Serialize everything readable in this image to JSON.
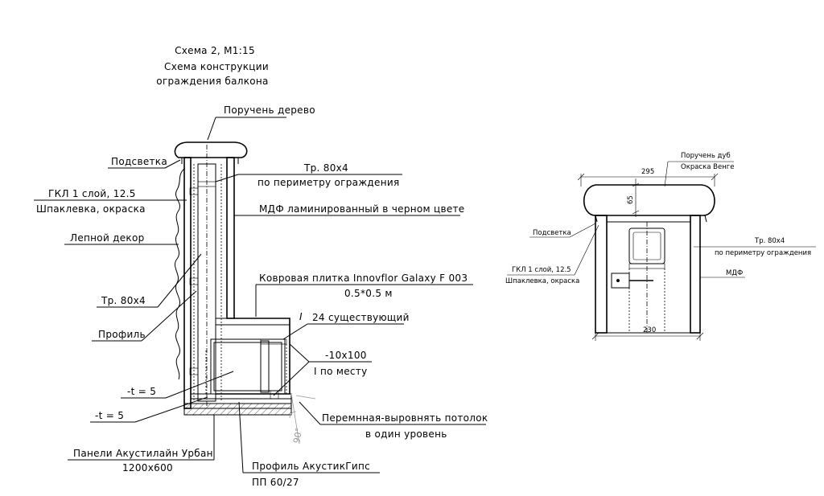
{
  "title": {
    "line1": "Схема 2, М1:15",
    "line2": "Схема конструкции",
    "line3": "ограждения балкона"
  },
  "left": {
    "handrail": "Поручень дерево",
    "lighting": "Подсветка",
    "gkl_1": "ГКЛ 1 слой, 12.5",
    "gkl_2": "Шпаклевка, окраска",
    "molding": "Лепной декор",
    "pipe": "Тр. 80х4",
    "profile": "Профиль",
    "t5_a": "-t = 5",
    "t5_b": "-t = 5",
    "panels_1": "Панели Акустилайн Урбан",
    "panels_2": "1200х600",
    "acoustic_1": "Профиль АкустикГипс",
    "acoustic_2": "ПП 60/27"
  },
  "right_labels": {
    "pipe_1": "Тр. 80х4",
    "pipe_2": "по периметру ограждения",
    "mdf": "МДФ ламинированный в черном цвете",
    "carpet_1": "Ковровая плитка Innovflor Galaxy  F 003",
    "carpet_2": "0.5*0.5 м",
    "beam": "24 существующий",
    "beam_symbol": "I",
    "plate_1": "-10х100",
    "plate_2": "I по месту",
    "ceiling_1": "Перемнная-выровнять потолок",
    "ceiling_2": "в один уровень",
    "angle": "90°"
  },
  "small": {
    "handrail_1": "Поручень дуб",
    "handrail_2": "Окраска Венге",
    "width_top": "295",
    "height": "65",
    "lighting": "Подсветка",
    "pipe_1": "Тр. 80х4",
    "pipe_2": "по периметру ограждения",
    "gkl_1": "ГКЛ 1 слой, 12.5",
    "gkl_2": "Шпаклевка, окраска",
    "mdf": "МДФ",
    "width_bottom": "230"
  }
}
